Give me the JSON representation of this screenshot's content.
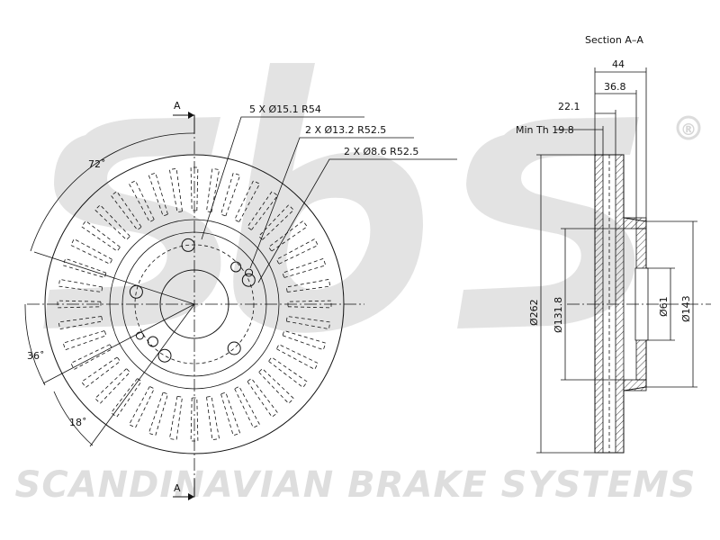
{
  "section_title": "Section A–A",
  "section_marker": "A",
  "holes": {
    "bolt": "5 X Ø15.1   R54",
    "pin": "2 X Ø13.2   R52.5",
    "aux": "2 X Ø8.6   R52.5"
  },
  "angles": {
    "a72": "72˚",
    "a36": "36˚",
    "a18": "18˚"
  },
  "section_dims": {
    "total_width": "44",
    "hat_height": "36.8",
    "min_thickness_offset": "22.1",
    "min_thickness": "Min Th  19.8",
    "outer_diameter": "Ø262",
    "hat_diameter": "Ø131.8",
    "center_bore": "Ø61",
    "bolt_circle_area": "Ø143"
  },
  "watermark": {
    "company": "SCANDINAVIAN BRAKE SYSTEMS",
    "registered_mark": "®"
  }
}
